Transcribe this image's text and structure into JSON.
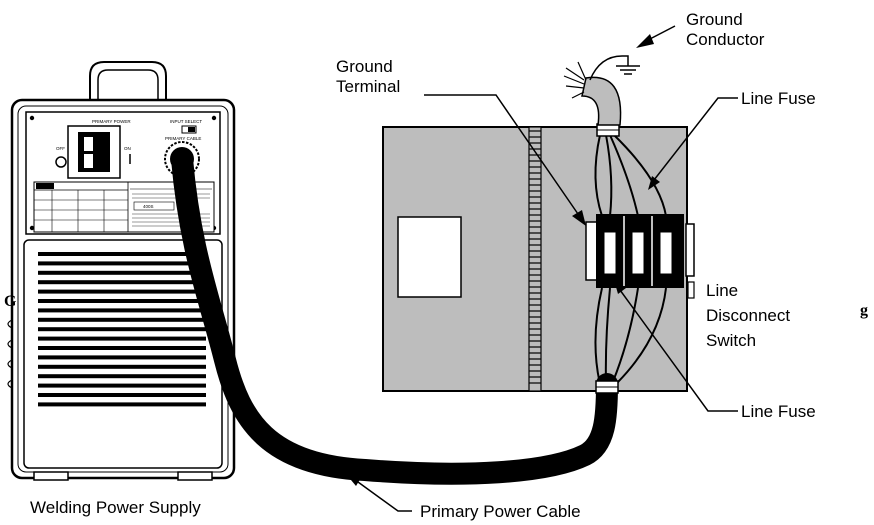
{
  "labels": {
    "ground_conductor": [
      "Ground",
      "Conductor"
    ],
    "ground_terminal": [
      "Ground",
      "Terminal"
    ],
    "line_fuse_top": "Line Fuse",
    "line_disconnect_switch": [
      "Line",
      "Disconnect",
      "Switch"
    ],
    "line_fuse_bottom": "Line Fuse",
    "welding_power_supply": "Welding Power Supply",
    "primary_power_cable": "Primary Power Cable"
  },
  "machine": {
    "primary_power": "PRIMARY POWER",
    "off": "OFF",
    "on": "ON",
    "primary_cable": "PRIMARY CABLE",
    "input_select": "INPUT SELECT",
    "model": "400S"
  },
  "colors": {
    "box_fill": "#bdbdbd",
    "cable": "#000000",
    "panel_bg": "#ffffff"
  }
}
